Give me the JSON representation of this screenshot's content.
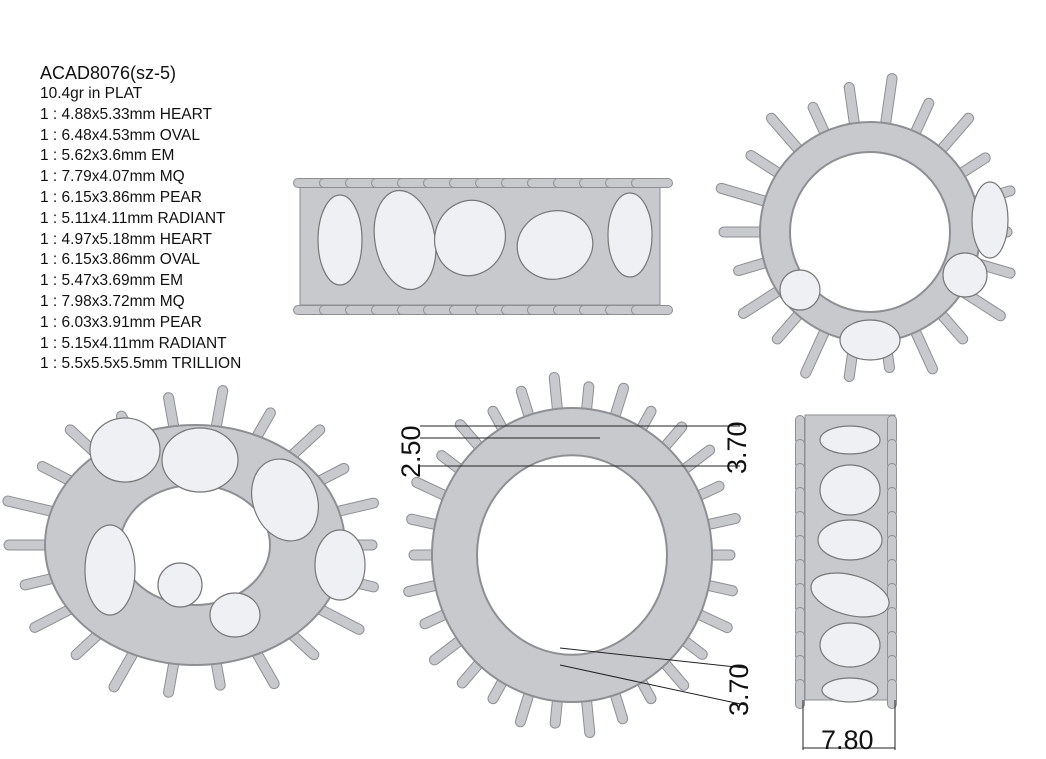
{
  "specs": {
    "model": "ACAD8076(sz-5)",
    "weight": "10.4gr in PLAT",
    "stones": [
      "1 : 4.88x5.33mm HEART",
      "1 : 6.48x4.53mm OVAL",
      "1 : 5.62x3.6mm EM",
      "1 : 7.79x4.07mm MQ",
      "1 : 6.15x3.86mm PEAR",
      "1 : 5.11x4.11mm RADIANT",
      "1 : 4.97x5.18mm HEART",
      "1 : 6.15x3.86mm OVAL",
      "1 : 5.47x3.69mm EM",
      "1 : 7.98x3.72mm MQ",
      "1 : 6.03x3.91mm PEAR",
      "1 : 5.15x4.11mm RADIANT",
      "1 : 5.5x5.5x5.5mm TRILLION"
    ]
  },
  "dimensions": {
    "top_height": "2.50",
    "top_width": "3.70",
    "bottom_width": "3.70",
    "side_width": "7.80"
  },
  "colors": {
    "metal": "#c8c9cc",
    "metal_dark": "#8d8f93",
    "stone": "#eef0f3"
  }
}
